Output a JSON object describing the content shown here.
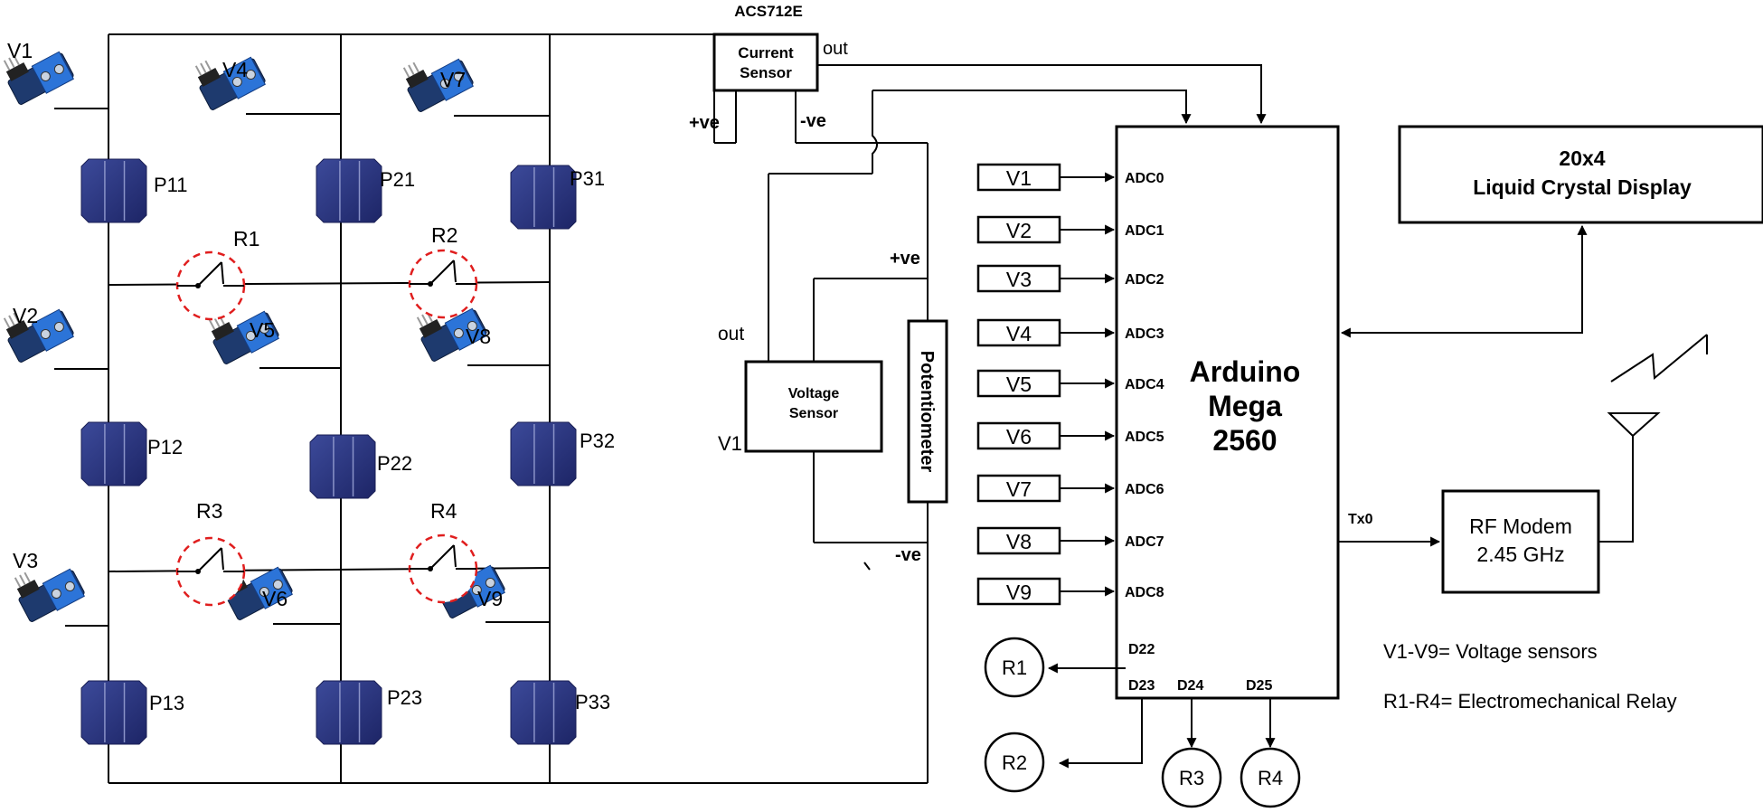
{
  "panels": [
    {
      "id": "p11",
      "label": "P11"
    },
    {
      "id": "p21",
      "label": "P21"
    },
    {
      "id": "p31",
      "label": "P31"
    },
    {
      "id": "p12",
      "label": "P12"
    },
    {
      "id": "p22",
      "label": "P22"
    },
    {
      "id": "p32",
      "label": "P32"
    },
    {
      "id": "p13",
      "label": "P13"
    },
    {
      "id": "p23",
      "label": "P23"
    },
    {
      "id": "p33",
      "label": "P33"
    }
  ],
  "sensor_modules": [
    {
      "id": "v1",
      "label": "V1"
    },
    {
      "id": "v2",
      "label": "V2"
    },
    {
      "id": "v3",
      "label": "V3"
    },
    {
      "id": "v4",
      "label": "V4"
    },
    {
      "id": "v5",
      "label": "V5"
    },
    {
      "id": "v6",
      "label": "V6"
    },
    {
      "id": "v7",
      "label": "V7"
    },
    {
      "id": "v8",
      "label": "V8"
    },
    {
      "id": "v9",
      "label": "V9"
    }
  ],
  "relays": [
    {
      "id": "r1",
      "label": "R1"
    },
    {
      "id": "r2",
      "label": "R2"
    },
    {
      "id": "r3",
      "label": "R3"
    },
    {
      "id": "r4",
      "label": "R4"
    }
  ],
  "current_sensor": {
    "part": "ACS712E",
    "line1": "Current",
    "line2": "Sensor",
    "out": "out",
    "pos": "+ve",
    "neg": "-ve"
  },
  "voltage_sensor": {
    "line1": "Voltage",
    "line2": "Sensor",
    "out": "out",
    "input": "V1"
  },
  "potentiometer": {
    "label": "Potentiometer",
    "pos": "+ve",
    "neg": "-ve"
  },
  "arduino": {
    "line1": "Arduino",
    "line2": "Mega",
    "line3": "2560",
    "adc_pins": [
      "ADC0",
      "ADC1",
      "ADC2",
      "ADC3",
      "ADC4",
      "ADC5",
      "ADC6",
      "ADC7",
      "ADC8"
    ],
    "adc_inputs": [
      "V1",
      "V2",
      "V3",
      "V4",
      "V5",
      "V6",
      "V7",
      "V8",
      "V9"
    ],
    "digital_pins": [
      "D22",
      "D23",
      "D24",
      "D25"
    ],
    "tx": "Tx0"
  },
  "relay_outputs": [
    "R1",
    "R2",
    "R3",
    "R4"
  ],
  "lcd": {
    "line1": "20x4",
    "line2": "Liquid Crystal Display"
  },
  "rf_modem": {
    "line1": "RF Modem",
    "line2": "2.45 GHz"
  },
  "legend": [
    "V1-V9= Voltage sensors",
    "R1-R4= Electromechanical Relay"
  ]
}
